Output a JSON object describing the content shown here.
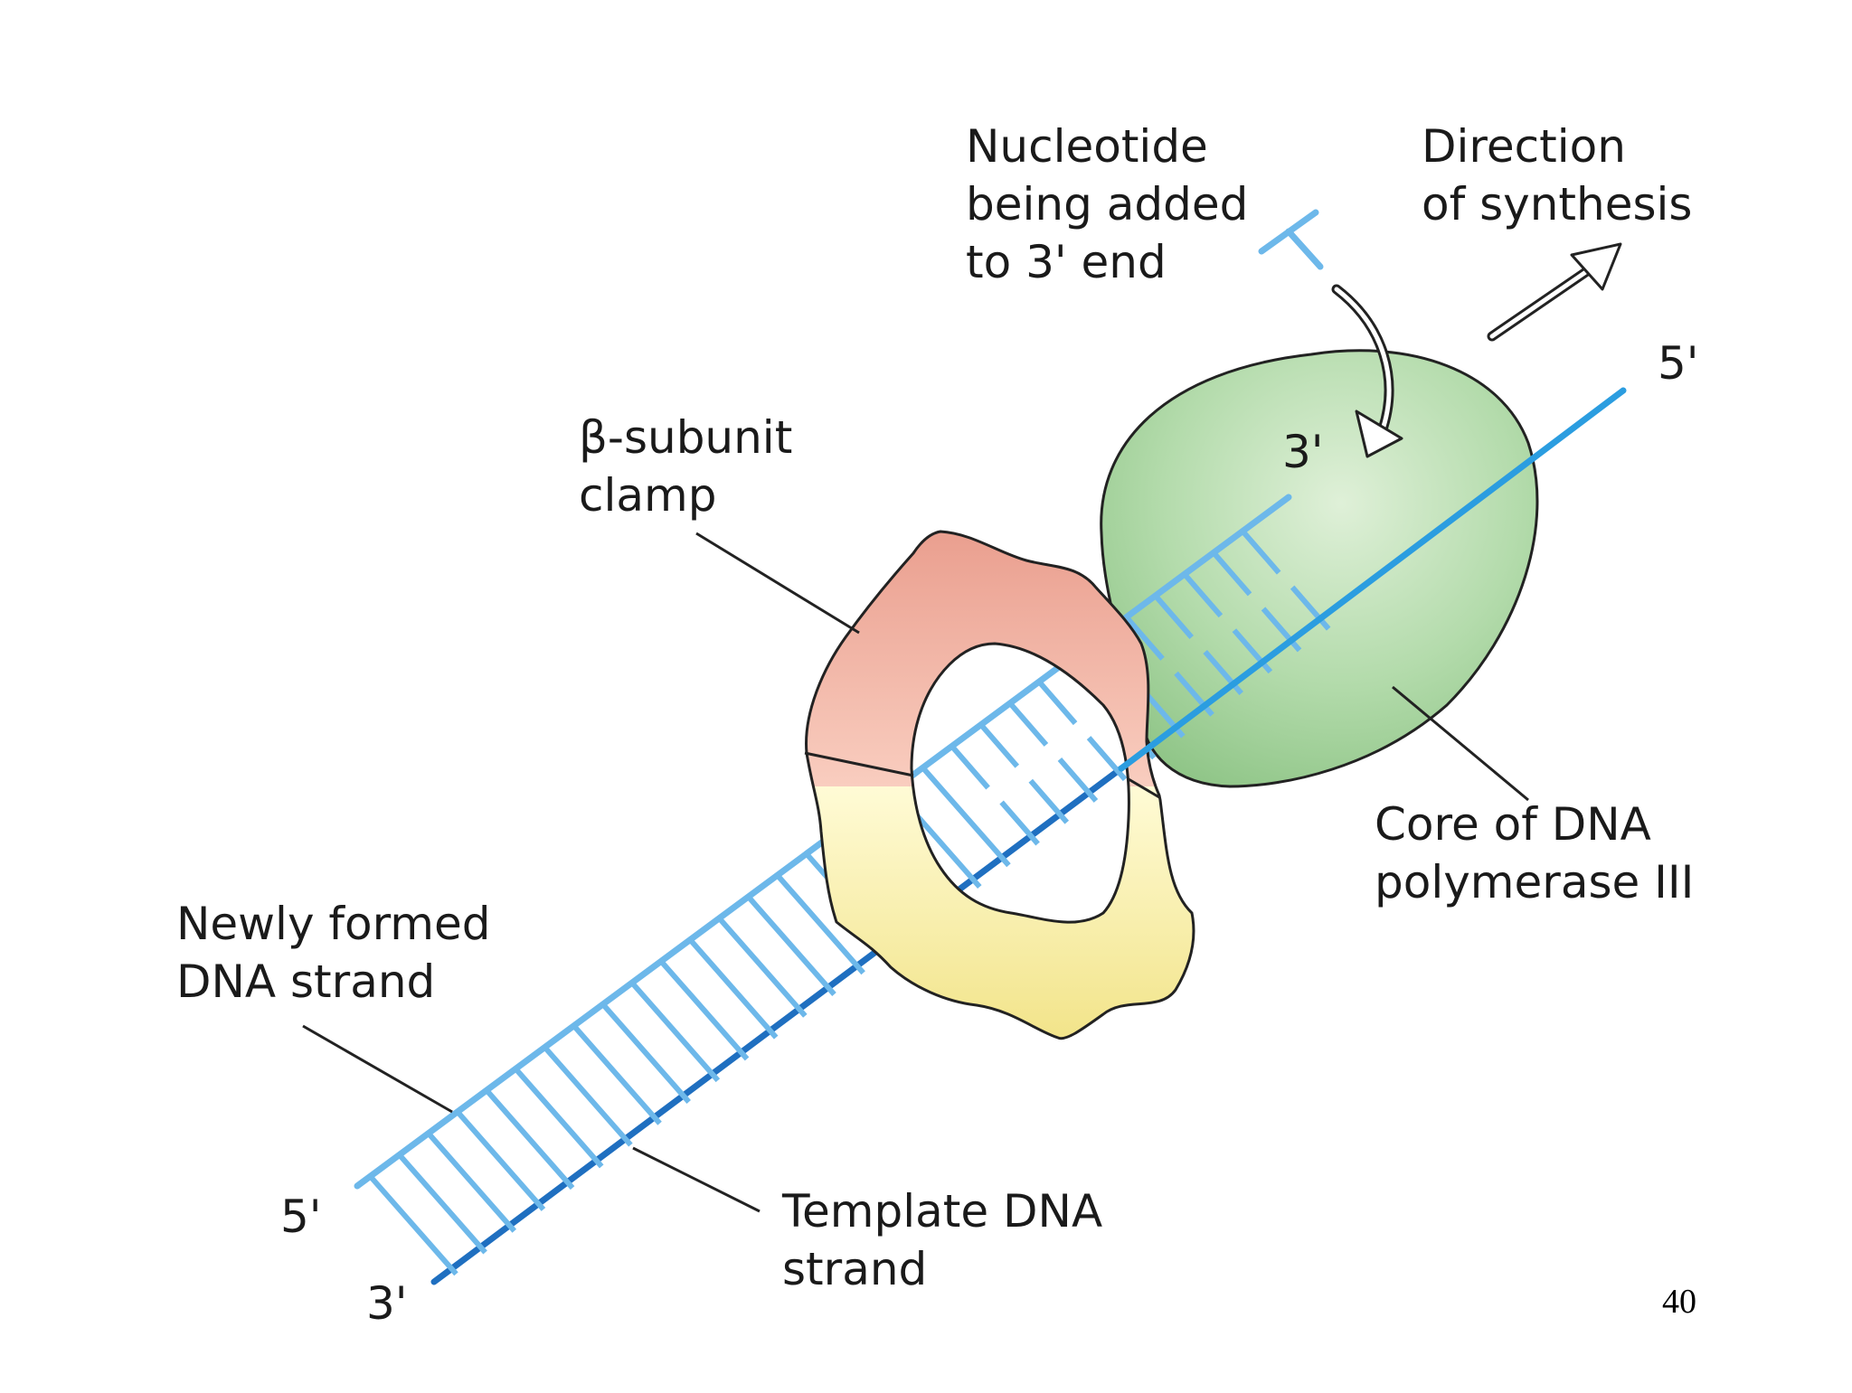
{
  "labels": {
    "nucleotide": [
      "Nucleotide",
      "being added",
      "to 3' end"
    ],
    "direction": [
      "Direction",
      "of synthesis"
    ],
    "beta_clamp": [
      "β-subunit",
      "clamp"
    ],
    "core": [
      "Core of DNA",
      "polymerase III"
    ],
    "newly_formed": [
      "Newly formed",
      "DNA strand"
    ],
    "template": [
      "Template DNA",
      "strand"
    ]
  },
  "ends": {
    "template_right": "5'",
    "new_strand_tip": "3'",
    "new_strand_left": "5'",
    "template_left": "3'"
  },
  "page_number": "40",
  "colors": {
    "template_strand": "#1f6fc0",
    "template_strand_upper": "#2b9de0",
    "new_strand": "#6db8ea",
    "polymerase_core": "#a8d4a0",
    "clamp_top": "#f2b4a6",
    "clamp_bottom": "#f9ef9e",
    "outline": "#222222"
  }
}
